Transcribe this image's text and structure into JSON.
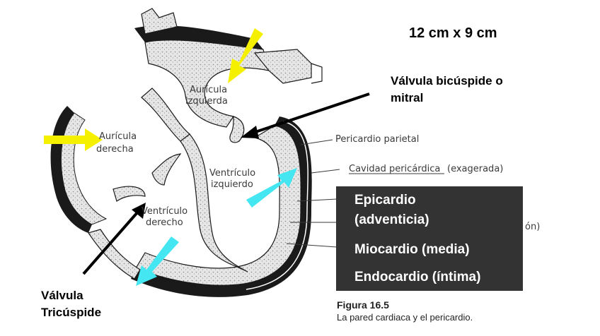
{
  "dimensions_note": "12 cm  x 9 cm",
  "labels": {
    "auricula_izquierda_1": "Aurícula",
    "auricula_izquierda_2": "izquierda",
    "auricula_derecha_1": "Aurícula",
    "auricula_derecha_2": "derecha",
    "ventriculo_izquierdo_1": "Ventrículo",
    "ventriculo_izquierdo_2": "izquierdo",
    "ventriculo_derecho_1": "Ventrículo",
    "ventriculo_derecho_2": "derecho",
    "pericardio_parietal": "Pericardio parietal",
    "cavidad_pericardica": "Cavidad pericárdica",
    "exagerada": "(exagerada)",
    "partial_hidden": "ón)"
  },
  "callouts": {
    "valvula_bicuspide_1": "Válvula bicúspide o",
    "valvula_bicuspide_2": "mitral",
    "valvula_tricuspide_1": "Válvula",
    "valvula_tricuspide_2": "Tricúspide"
  },
  "legend": {
    "epicardio_1": "Epicardio",
    "epicardio_2": "(adventicia)",
    "miocardio": "Miocardio (media)",
    "endocardio": "Endocardio (íntima)"
  },
  "figure": {
    "number": "Figura 16.5",
    "caption": "La pared cardiaca y el pericardio."
  },
  "colors": {
    "yellow_arrow": "#f5f000",
    "cyan_arrow": "#44e6f2",
    "legend_bg": "#333333",
    "stipple": "#d2d2d2",
    "outline": "#1a1a1a"
  }
}
